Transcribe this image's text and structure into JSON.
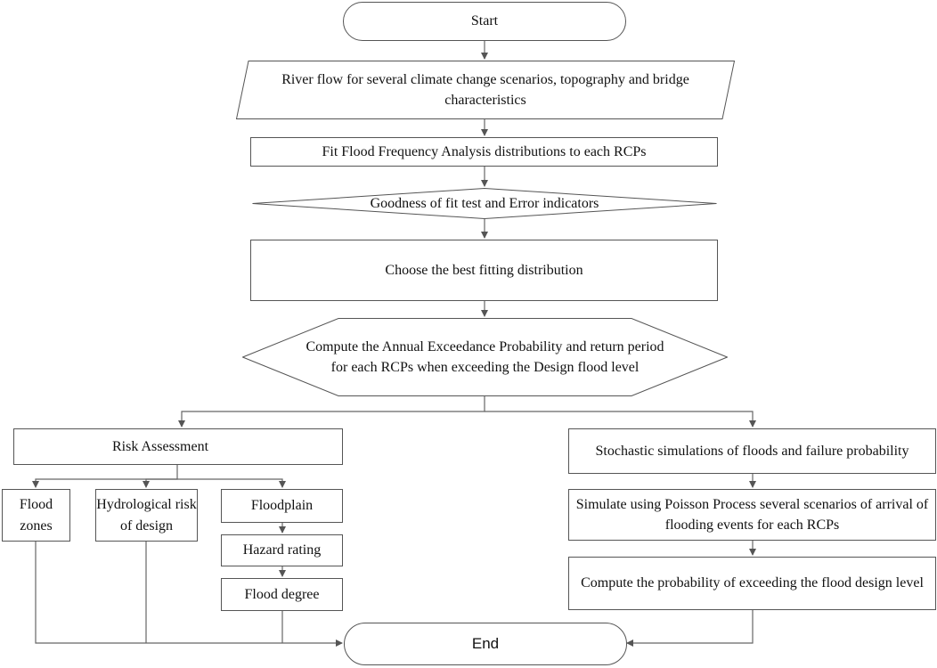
{
  "start": "Start",
  "input": "River flow for several climate change scenarios, topography and bridge characteristics",
  "fit": "Fit Flood Frequency Analysis distributions to each RCPs",
  "goodness": "Goodness of fit test and Error indicators",
  "choose": "Choose the best fitting distribution",
  "compute_aep": "Compute the Annual Exceedance Probability and return period for  each RCPs when exceeding the Design flood level",
  "risk": {
    "title": "Risk Assessment",
    "flood_zones": "Flood zones",
    "hydro_risk": "Hydrological risk of design",
    "floodplain": "Floodplain",
    "hazard": "Hazard rating",
    "degree": "Flood degree"
  },
  "stochastic": {
    "title": "Stochastic simulations of floods and failure probability",
    "poisson": "Simulate using Poisson Process several scenarios of arrival of flooding events for each RCPs",
    "prob": "Compute the probability of exceeding the flood design level"
  },
  "end": "End"
}
